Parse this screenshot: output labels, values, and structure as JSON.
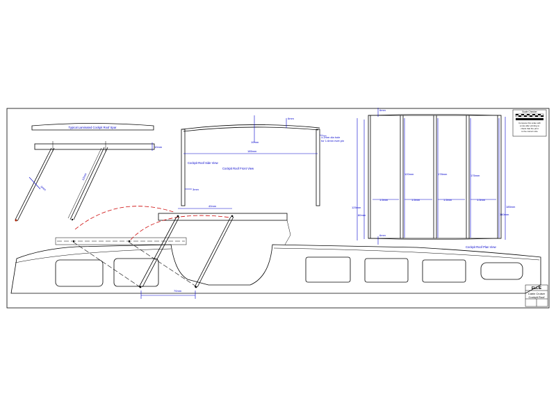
{
  "labels": {
    "spar_title": "Typical Laminated Cockpit Roof Spar",
    "side_view": "Cockpit Roof Side View",
    "front_view": "Cockpit Roof Front View",
    "plan_view": "Cockpit Roof Plan View",
    "pivot_note_1": "3.2mm dia hole",
    "pivot_note_2": "for 1.6mm rivet pin"
  },
  "dims": {
    "d_spar_thk": "10mm",
    "d_diag_a": "3mm",
    "d_diag_b": "12mm",
    "d_top_gap": "6mm",
    "d_rise": "10mm",
    "d_width": "185mm",
    "d_leg": "3mm",
    "d_side_span": "40mm",
    "d_base": "70mm",
    "d_plan_top": "6mm",
    "d_plan_bot": "6mm",
    "d_h1": "125mm",
    "d_h2": "80mm",
    "d_h3": "120mm",
    "d_h4": "178mm",
    "d_h5": "175mm",
    "d_h6": "160mm",
    "d_h7": "185mm",
    "d_gap1": "1.5mm",
    "d_gap2": "1.5mm",
    "d_gap3": "1.5mm",
    "d_gap4": "1.5mm"
  },
  "scale_box": {
    "title": "Scale Checker",
    "note_1": "Compare this scale with",
    "note_2": "a rule after printing to",
    "note_3": "check that the print",
    "note_4": "is the correct size"
  },
  "title_block": {
    "name": "ELLIE",
    "line_1": "Cabin Cruiser",
    "line_2": "Cockpit Roof"
  }
}
